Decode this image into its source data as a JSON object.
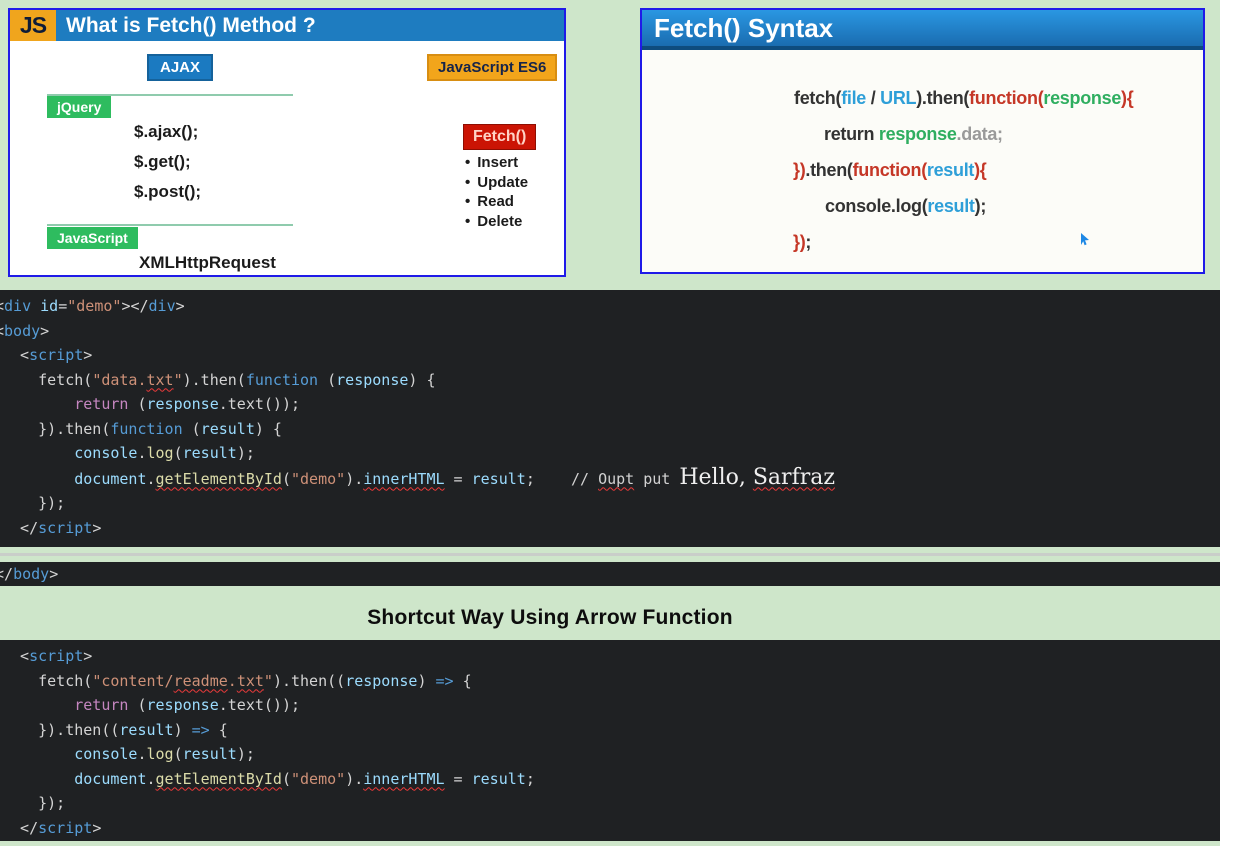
{
  "panel_what_is_fetch": {
    "logo": "JS",
    "title": "What is Fetch() Method ?",
    "ajax_label": "AJAX",
    "es6_label": "JavaScript ES6",
    "jquery_label": "jQuery",
    "jquery_methods": [
      "$.ajax();",
      "$.get();",
      "$.post();"
    ],
    "javascript_label": "JavaScript",
    "xhr_label": "XMLHttpRequest",
    "fetch_label": "Fetch()",
    "bullet_char": "•",
    "fetch_operations": [
      "Insert",
      "Update",
      "Read",
      "Delete"
    ]
  },
  "panel_fetch_syntax": {
    "title": "Fetch() Syntax",
    "lines": [
      {
        "ml": 152,
        "t": [
          [
            "sd",
            "fetch("
          ],
          [
            "sb",
            "file"
          ],
          [
            "sd",
            " / "
          ],
          [
            "sb",
            "URL"
          ],
          [
            "sd",
            ").then("
          ],
          [
            "sr",
            "function("
          ],
          [
            "sg",
            "response"
          ],
          [
            "sr",
            "){"
          ]
        ]
      },
      {
        "ml": 182,
        "t": [
          [
            "sd",
            "return "
          ],
          [
            "sg",
            "response"
          ],
          [
            "sy",
            ".data;"
          ]
        ]
      },
      {
        "ml": 151,
        "t": [
          [
            "sr",
            "})"
          ],
          [
            "sd",
            ".then("
          ],
          [
            "sr",
            "function("
          ],
          [
            "sb",
            "result"
          ],
          [
            "sr",
            "){"
          ]
        ]
      },
      {
        "ml": 183,
        "t": [
          [
            "sd",
            "console.log("
          ],
          [
            "sb",
            "result"
          ],
          [
            "sd",
            ");"
          ]
        ]
      },
      {
        "ml": 151,
        "t": [
          [
            "sr",
            "})"
          ],
          [
            "sd",
            ";"
          ]
        ]
      }
    ]
  },
  "editor_block_1": {
    "lines": [
      {
        "clip": true,
        "t": [
          [
            "def",
            "<"
          ],
          [
            "tag",
            "div"
          ],
          [
            "def",
            " "
          ],
          [
            "attr",
            "id"
          ],
          [
            "def",
            "="
          ],
          [
            "str",
            "\"demo\""
          ],
          [
            "def",
            "></"
          ],
          [
            "tag",
            "div"
          ],
          [
            "def",
            ">"
          ]
        ]
      },
      {
        "clip": true,
        "t": [
          [
            "def",
            "<"
          ],
          [
            "tag",
            "body"
          ],
          [
            "def",
            ">"
          ]
        ]
      },
      {
        "t": [
          [
            "def",
            "  <"
          ],
          [
            "tag",
            "script"
          ],
          [
            "def",
            ">"
          ]
        ]
      },
      {
        "t": [
          [
            "def",
            "    fetch("
          ],
          [
            "str",
            "\"data."
          ],
          [
            "str sq",
            "txt"
          ],
          [
            "str",
            "\""
          ],
          [
            "def",
            ").then("
          ],
          [
            "kw",
            "function"
          ],
          [
            "def",
            " ("
          ],
          [
            "var",
            "response"
          ],
          [
            "def",
            ") {"
          ]
        ]
      },
      {
        "t": [
          [
            "def",
            "        "
          ],
          [
            "ctrl",
            "return"
          ],
          [
            "def",
            " ("
          ],
          [
            "var",
            "response"
          ],
          [
            "def",
            ".text());"
          ]
        ]
      },
      {
        "t": [
          [
            "def",
            "    }).then("
          ],
          [
            "kw",
            "function"
          ],
          [
            "def",
            " ("
          ],
          [
            "var",
            "result"
          ],
          [
            "def",
            ") {"
          ]
        ]
      },
      {
        "t": [
          [
            "def",
            "        "
          ],
          [
            "var",
            "console"
          ],
          [
            "def",
            "."
          ],
          [
            "fn",
            "log"
          ],
          [
            "def",
            "("
          ],
          [
            "var",
            "result"
          ],
          [
            "def",
            ");"
          ]
        ]
      },
      {
        "t": [
          [
            "def",
            "        "
          ],
          [
            "var",
            "document"
          ],
          [
            "def",
            "."
          ],
          [
            "fn sq",
            "getElementById"
          ],
          [
            "def",
            "("
          ],
          [
            "str",
            "\"demo\""
          ],
          [
            "def",
            ")."
          ],
          [
            "var sq",
            "innerHTML"
          ],
          [
            "def",
            " = "
          ],
          [
            "var",
            "result"
          ],
          [
            "def",
            ";    "
          ],
          [
            "com",
            "// "
          ],
          [
            "com sq",
            "Oupt"
          ],
          [
            "com",
            " put "
          ],
          [
            "big",
            "Hello, "
          ],
          [
            "big sq",
            "Sarfraz"
          ]
        ]
      },
      {
        "t": [
          [
            "def",
            "    });"
          ]
        ]
      },
      {
        "t": [
          [
            "def",
            "  </"
          ],
          [
            "tag",
            "script"
          ],
          [
            "def",
            ">"
          ]
        ]
      }
    ]
  },
  "body_close": {
    "lines": [
      {
        "clip": true,
        "t": [
          [
            "def",
            "</"
          ],
          [
            "tag",
            "body"
          ],
          [
            "def",
            ">"
          ]
        ]
      }
    ]
  },
  "heading_shortcut": "Shortcut Way Using Arrow Function",
  "editor_block_2": {
    "lines": [
      {
        "t": [
          [
            "def",
            "  <"
          ],
          [
            "tag",
            "script"
          ],
          [
            "def",
            ">"
          ]
        ]
      },
      {
        "t": [
          [
            "def",
            "    fetch("
          ],
          [
            "str",
            "\"content/"
          ],
          [
            "str sq",
            "readme"
          ],
          [
            "str",
            "."
          ],
          [
            "str sq",
            "txt"
          ],
          [
            "str",
            "\""
          ],
          [
            "def",
            ").then(("
          ],
          [
            "var",
            "response"
          ],
          [
            "def",
            ") "
          ],
          [
            "kw",
            "=>"
          ],
          [
            "def",
            " {"
          ]
        ]
      },
      {
        "t": [
          [
            "def",
            "        "
          ],
          [
            "ctrl",
            "return"
          ],
          [
            "def",
            " ("
          ],
          [
            "var",
            "response"
          ],
          [
            "def",
            ".text());"
          ]
        ]
      },
      {
        "t": [
          [
            "def",
            "    }).then(("
          ],
          [
            "var",
            "result"
          ],
          [
            "def",
            ") "
          ],
          [
            "kw",
            "=>"
          ],
          [
            "def",
            " {"
          ]
        ]
      },
      {
        "t": [
          [
            "def",
            "        "
          ],
          [
            "var",
            "console"
          ],
          [
            "def",
            "."
          ],
          [
            "fn",
            "log"
          ],
          [
            "def",
            "("
          ],
          [
            "var",
            "result"
          ],
          [
            "def",
            ");"
          ]
        ]
      },
      {
        "t": [
          [
            "def",
            "        "
          ],
          [
            "var",
            "document"
          ],
          [
            "def",
            "."
          ],
          [
            "fn sq",
            "getElementById"
          ],
          [
            "def",
            "("
          ],
          [
            "str",
            "\"demo\""
          ],
          [
            "def",
            ")."
          ],
          [
            "var sq",
            "innerHTML"
          ],
          [
            "def",
            " = "
          ],
          [
            "var",
            "result"
          ],
          [
            "def",
            ";"
          ]
        ]
      },
      {
        "t": [
          [
            "def",
            "    });"
          ]
        ]
      },
      {
        "t": [
          [
            "def",
            "  </"
          ],
          [
            "tag",
            "script"
          ],
          [
            "def",
            ">"
          ]
        ]
      }
    ]
  },
  "colors": {
    "page_background": "#cee6ca",
    "panel_border_blue": "#1f1ae8",
    "header_blue": "#1e7cc0",
    "js_logo_orange": "#f0a51d",
    "es6_orange": "#f2a51b",
    "ajax_blue": "#1b7ac1",
    "green_badge": "#2ebc5f",
    "fetch_red": "#cb1404",
    "editor_background": "#1f2123",
    "squiggle_red": "#ea3a3a"
  }
}
